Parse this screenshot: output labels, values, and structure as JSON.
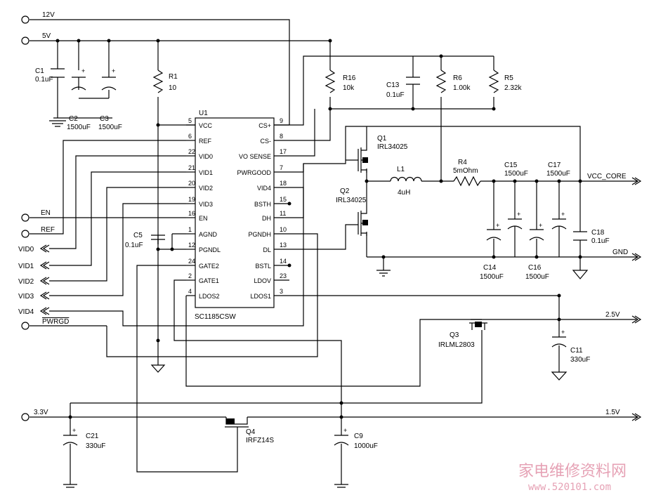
{
  "rails": {
    "v12": "12V",
    "v5": "5V",
    "en": "EN",
    "ref": "REF",
    "vid0": "VID0",
    "vid1": "VID1",
    "vid2": "VID2",
    "vid3": "VID3",
    "vid4": "VID4",
    "pwrgd": "PWRGD",
    "v33": "3.3V",
    "v25": "2.5V",
    "v15": "1.5V",
    "vcc_core": "VCC_CORE",
    "gnd": "GND"
  },
  "ic": {
    "ref": "U1",
    "part": "SC1185CSW",
    "left_pins": [
      {
        "num": "5",
        "name": "VCC"
      },
      {
        "num": "6",
        "name": "REF"
      },
      {
        "num": "22",
        "name": "VID0"
      },
      {
        "num": "21",
        "name": "VID1"
      },
      {
        "num": "20",
        "name": "VID2"
      },
      {
        "num": "19",
        "name": "VID3"
      },
      {
        "num": "16",
        "name": "EN"
      },
      {
        "num": "1",
        "name": "AGND"
      },
      {
        "num": "12",
        "name": "PGNDL"
      },
      {
        "num": "24",
        "name": "GATE2"
      },
      {
        "num": "2",
        "name": "GATE1"
      },
      {
        "num": "4",
        "name": "LDOS2"
      }
    ],
    "right_pins": [
      {
        "num": "9",
        "name": "CS+"
      },
      {
        "num": "8",
        "name": "CS-"
      },
      {
        "num": "17",
        "name": "VO SENSE"
      },
      {
        "num": "7",
        "name": "PWRGOOD"
      },
      {
        "num": "18",
        "name": "VID4"
      },
      {
        "num": "15",
        "name": "BSTH"
      },
      {
        "num": "11",
        "name": "DH"
      },
      {
        "num": "10",
        "name": "PGNDH"
      },
      {
        "num": "13",
        "name": "DL"
      },
      {
        "num": "14",
        "name": "BSTL"
      },
      {
        "num": "23",
        "name": "LDOV"
      },
      {
        "num": "3",
        "name": "LDOS1"
      }
    ]
  },
  "parts": {
    "c1": {
      "ref": "C1",
      "val": "0.1uF"
    },
    "c2": {
      "ref": "C2",
      "val": "1500uF"
    },
    "c3": {
      "ref": "C3",
      "val": "1500uF"
    },
    "r1": {
      "ref": "R1",
      "val": "10"
    },
    "c5": {
      "ref": "C5",
      "val": "0.1uF"
    },
    "r16": {
      "ref": "R16",
      "val": "10k"
    },
    "c13": {
      "ref": "C13",
      "val": "0.1uF"
    },
    "r6": {
      "ref": "R6",
      "val": "1.00k"
    },
    "r5": {
      "ref": "R5",
      "val": "2.32k"
    },
    "q1": {
      "ref": "Q1",
      "val": "IRL34025"
    },
    "q2": {
      "ref": "Q2",
      "val": "IRL34025"
    },
    "l1": {
      "ref": "L1",
      "val": "4uH"
    },
    "r4": {
      "ref": "R4",
      "val": "5mOhm"
    },
    "c14": {
      "ref": "C14",
      "val": "1500uF"
    },
    "c15": {
      "ref": "C15",
      "val": "1500uF"
    },
    "c16": {
      "ref": "C16",
      "val": "1500uF"
    },
    "c17": {
      "ref": "C17",
      "val": "1500uF"
    },
    "c18": {
      "ref": "C18",
      "val": "0.1uF"
    },
    "q3": {
      "ref": "Q3",
      "val": "IRLML2803"
    },
    "c11": {
      "ref": "C11",
      "val": "330uF"
    },
    "q4": {
      "ref": "Q4",
      "val": "IRFZ14S"
    },
    "c21": {
      "ref": "C21",
      "val": "330uF"
    },
    "c9": {
      "ref": "C9",
      "val": "1000uF"
    }
  },
  "watermark": {
    "cn": "家电维修资料网",
    "url": "www.520101.com"
  }
}
